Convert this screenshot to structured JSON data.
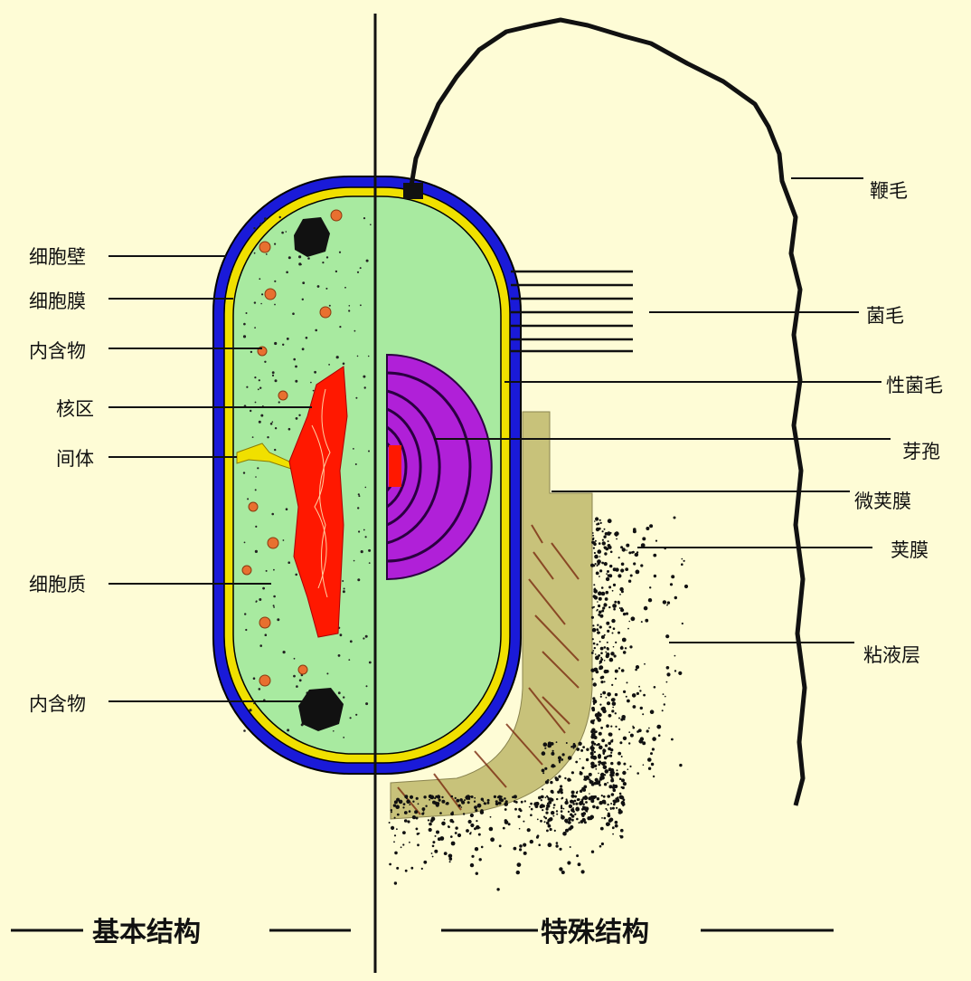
{
  "left_labels": {
    "cell_wall": "细胞壁",
    "cell_membrane": "细胞膜",
    "inclusion_1": "内含物",
    "nucleoid": "核区",
    "mesosome": "间体",
    "cytoplasm": "细胞质",
    "inclusion_2": "内含物"
  },
  "right_labels": {
    "flagellum": "鞭毛",
    "pili": "菌毛",
    "sex_pilus": "性菌毛",
    "spore": "芽孢",
    "microcapsule": "微荚膜",
    "capsule": "荚膜",
    "slime_layer": "粘液层"
  },
  "captions": {
    "basic": "基本结构",
    "special": "特殊结构"
  },
  "colors": {
    "background": "#fefcd6",
    "cell_wall": "#1a1ad8",
    "cell_membrane": "#f0e000",
    "cytoplasm": "#a8eaa0",
    "nucleoid": "#ff1800",
    "spore": "#b020d8",
    "capsule": "#c8c27a",
    "slime": "#111111"
  }
}
